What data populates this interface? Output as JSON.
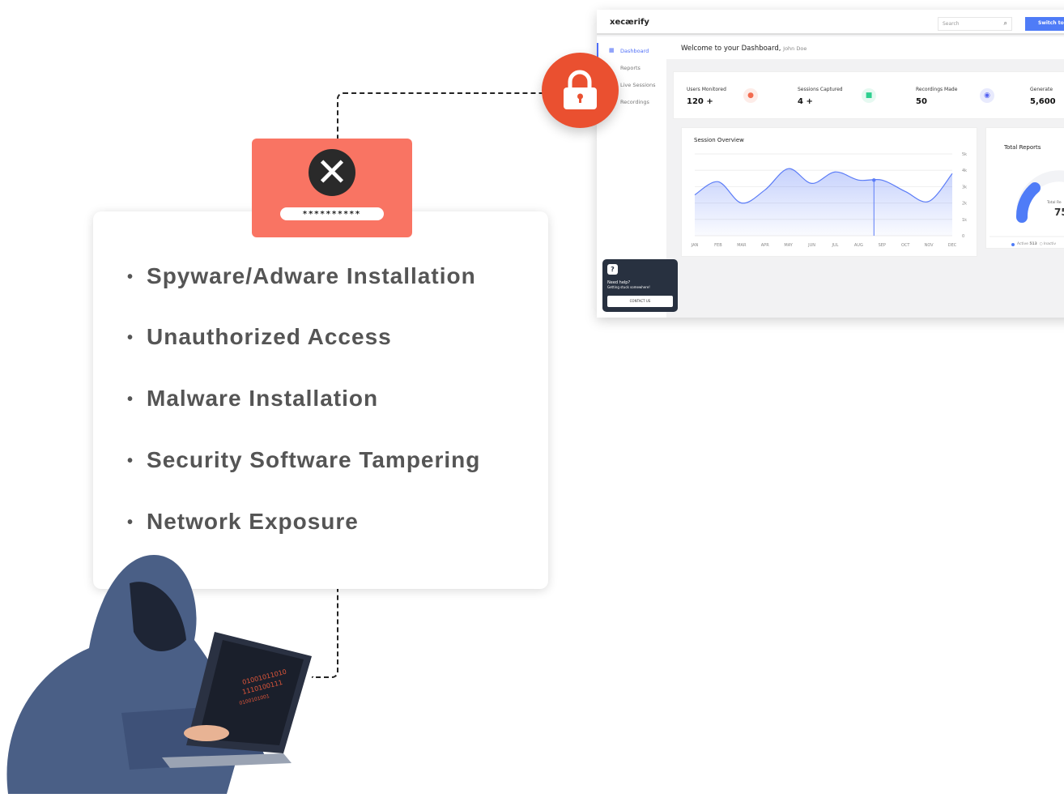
{
  "dashboard": {
    "logo": "xecærify",
    "search_placeholder": "Search",
    "switch_label": "Switch to A",
    "sidebar": [
      {
        "label": "Dashboard",
        "active": true
      },
      {
        "label": "Reports"
      },
      {
        "label": "Live Sessions"
      },
      {
        "label": "Recordings"
      }
    ],
    "welcome": "Welcome to your Dashboard,",
    "user": "John Doe",
    "stats": [
      {
        "label": "Users Monitored",
        "value": "120 +",
        "icon": "user-icon",
        "color": "#f26b4f"
      },
      {
        "label": "Sessions Captured",
        "value": "4 +",
        "icon": "video-icon",
        "color": "#2ecf8f"
      },
      {
        "label": "Recordings Made",
        "value": "50",
        "icon": "record-icon",
        "color": "#5865f2"
      },
      {
        "label": "Generate",
        "value": "5,600"
      }
    ],
    "session_overview": {
      "title": "Session Overview"
    },
    "total_reports": {
      "title": "Total Reports",
      "center_label": "Total Re",
      "center_value": "75",
      "legend": [
        {
          "label": "Active",
          "value": "513"
        },
        {
          "label": "Inactiv"
        }
      ],
      "accent": "#4f7cf7"
    },
    "help": {
      "title": "Need help?",
      "subtitle": "Getting stuck somewhere!",
      "button": "CONTACT US"
    }
  },
  "chart_data": {
    "type": "area",
    "title": "Session Overview",
    "categories": [
      "JAN",
      "FEB",
      "MAR",
      "APR",
      "MAY",
      "JUN",
      "JUL",
      "AUG",
      "SEP",
      "OCT",
      "NOV",
      "DEC"
    ],
    "values": [
      2500,
      3300,
      2000,
      2800,
      4100,
      3200,
      3900,
      3400,
      3400,
      2700,
      2100,
      3800
    ],
    "yticks": [
      "0",
      "1k",
      "2k",
      "3k",
      "4k",
      "5k"
    ],
    "ylim": [
      0,
      5000
    ],
    "highlight": "SEP",
    "color": "#5b7cf7"
  },
  "password_mask": "**********",
  "threats": [
    "Spyware/Adware Installation",
    "Unauthorized Access",
    "Malware Installation",
    "Security Software Tampering",
    "Network Exposure"
  ],
  "laptop_code": [
    "01001011010",
    "1110100111",
    "0100101001"
  ],
  "colors": {
    "lock": "#ea5030",
    "badge": "#f97463"
  }
}
